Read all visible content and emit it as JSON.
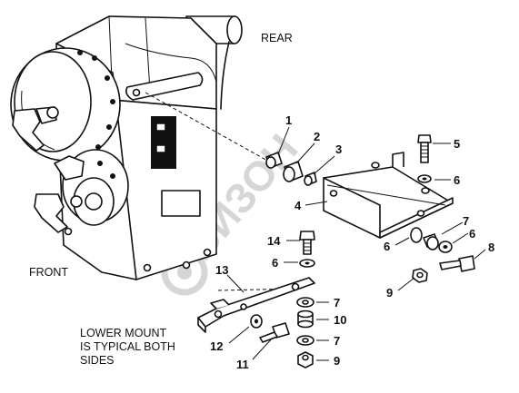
{
  "watermark": {
    "text": "БИЗОН",
    "color": "#d6d6d6"
  },
  "captions": {
    "rear": "REAR",
    "front": "FRONT",
    "note_line1": "LOWER MOUNT",
    "note_line2": "IS TYPICAL BOTH",
    "note_line3": "SIDES"
  },
  "callouts": {
    "c1": "1",
    "c2": "2",
    "c3": "3",
    "c4": "4",
    "c5": "5",
    "c6a": "6",
    "c6b": "6",
    "c6c": "6",
    "c6d": "6",
    "c7a": "7",
    "c7b": "7",
    "c7c": "7",
    "c8": "8",
    "c9a": "9",
    "c9b": "9",
    "c10": "10",
    "c11": "11",
    "c12": "12",
    "c13": "13",
    "c14": "14"
  }
}
